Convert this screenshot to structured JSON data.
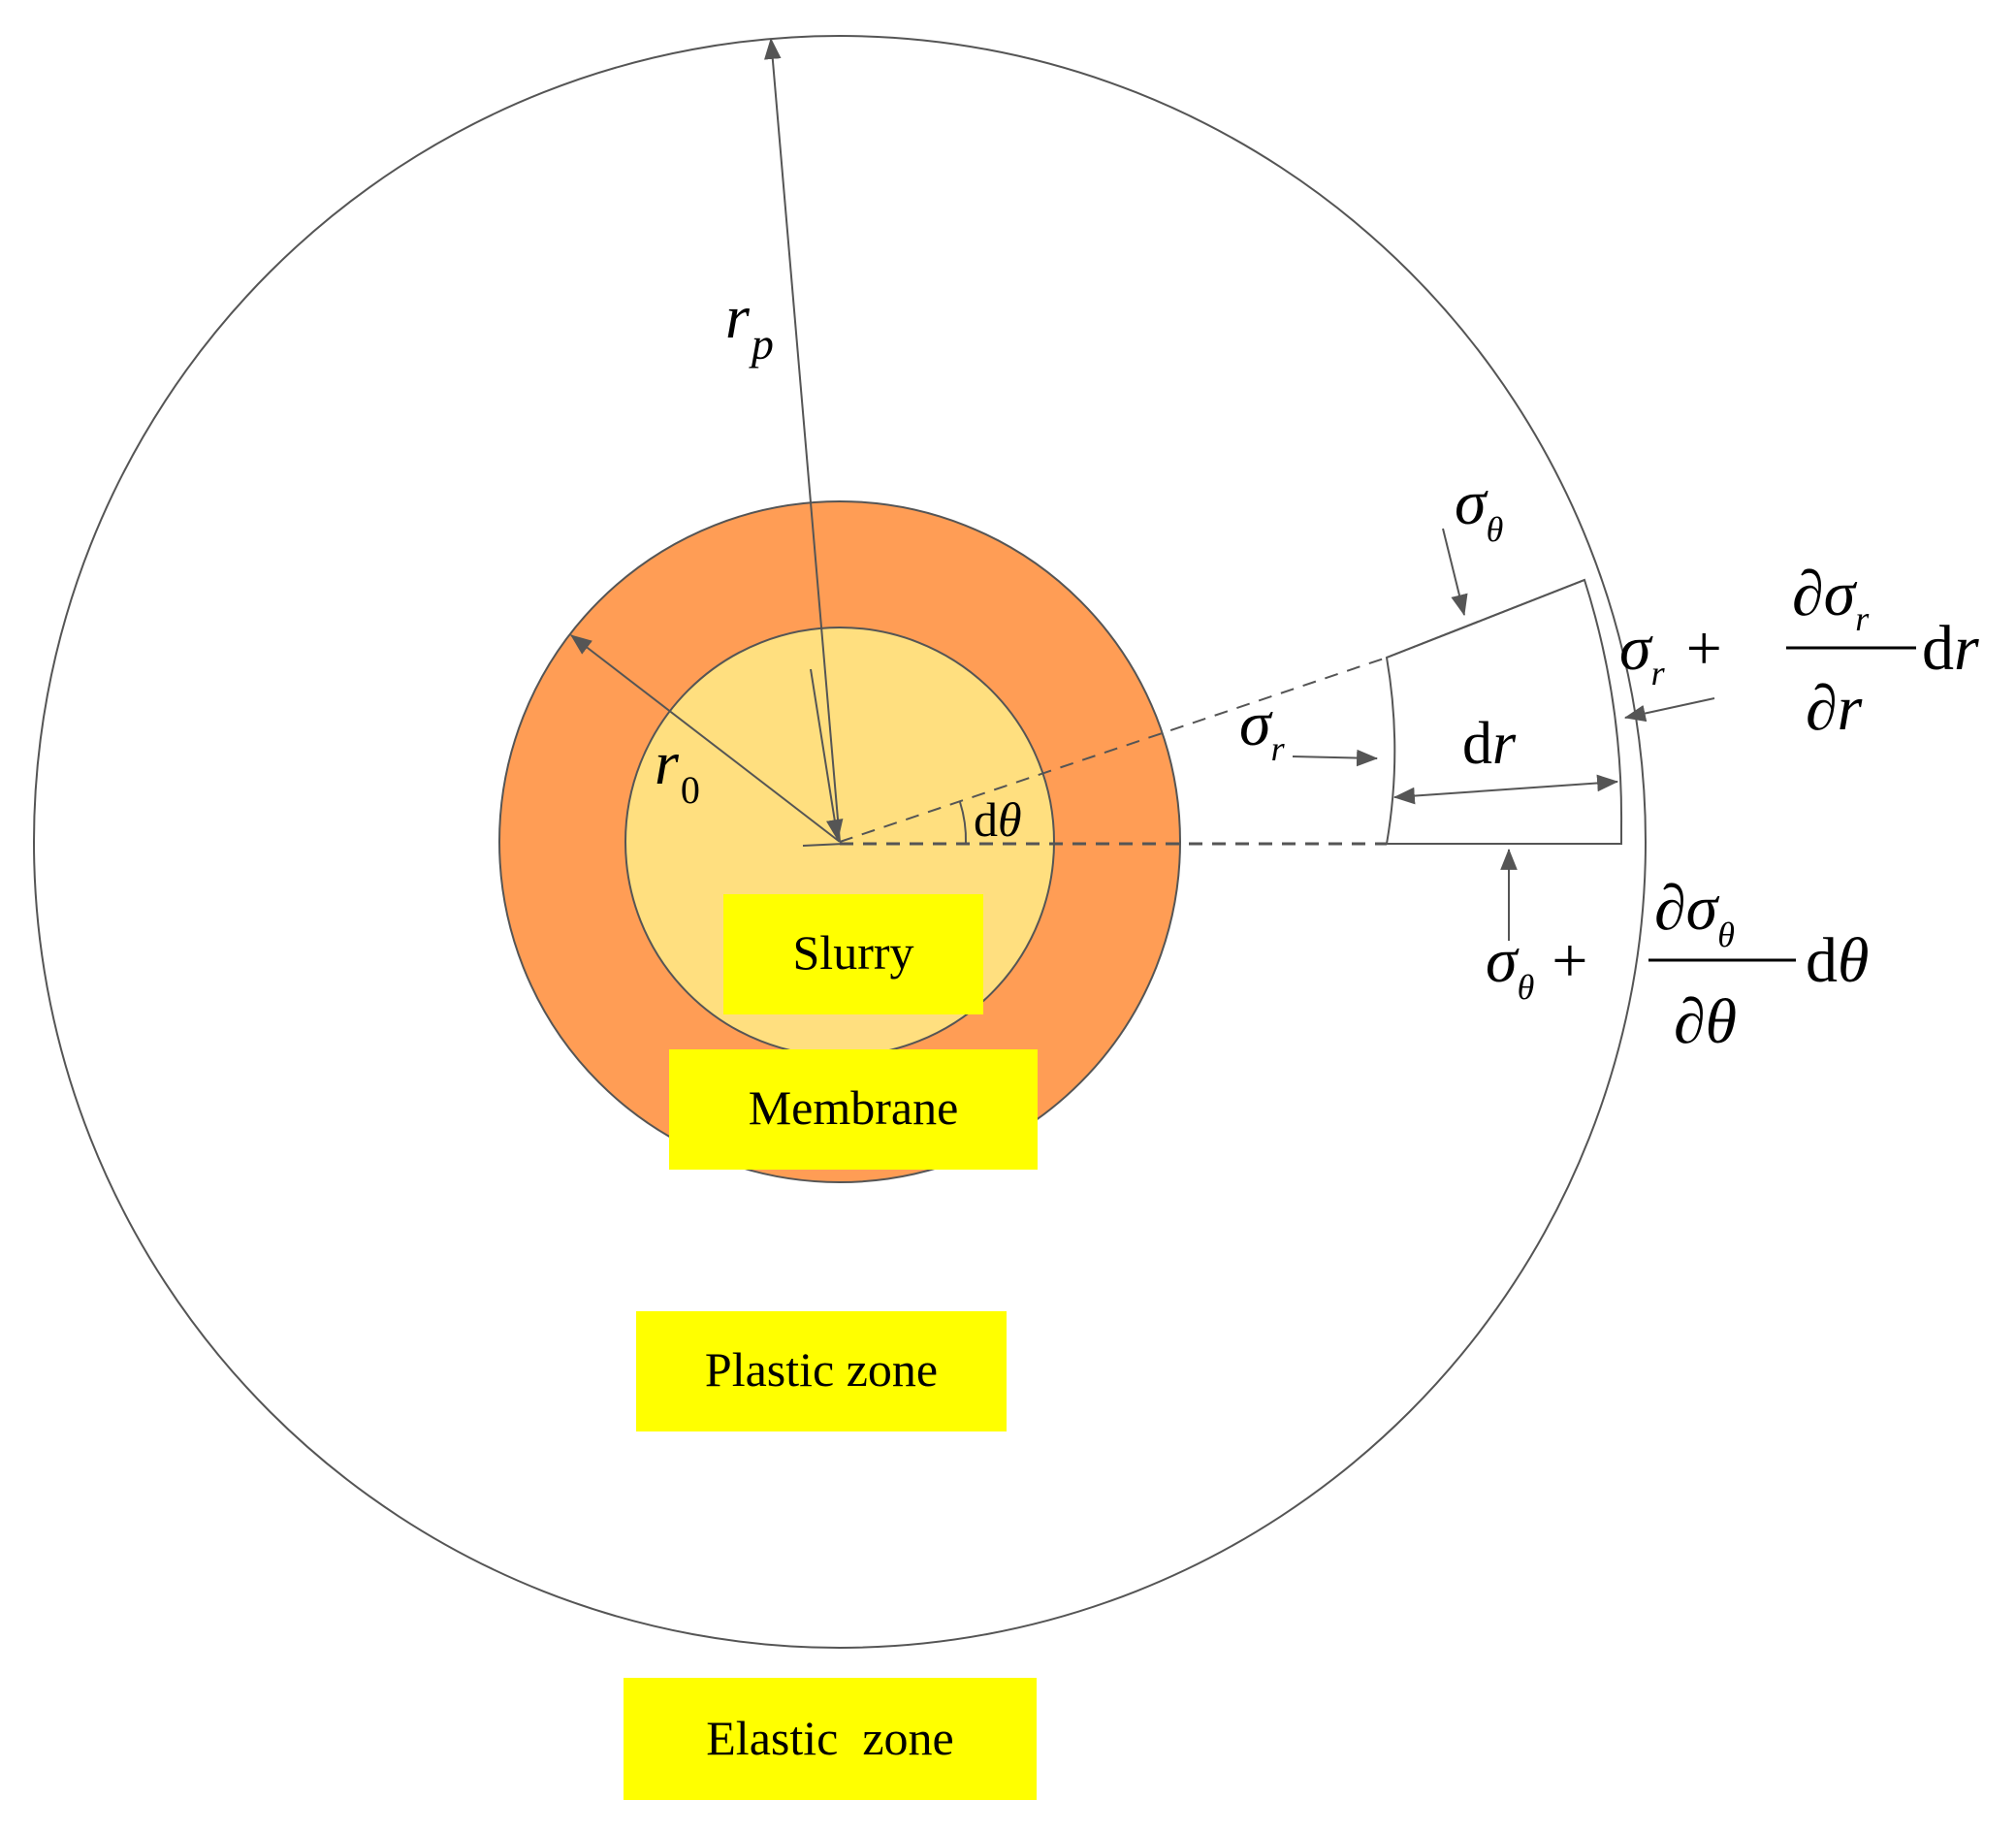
{
  "colors": {
    "slurry": "#FFDF7F",
    "membrane": "#FF9D55",
    "label_box": "#FFFF00",
    "line": "#555555",
    "text": "#000000"
  },
  "labels": {
    "slurry": "Slurry",
    "membrane": "Membrane",
    "plastic_zone": "Plastic zone",
    "elastic_zone": "Elastic  zone"
  },
  "symbols": {
    "r0_base": "r",
    "r0_sub": "0",
    "rp_base": "r",
    "rp_sub": "p",
    "dtheta_d": "d",
    "dtheta_theta": "θ",
    "dr_d": "d",
    "dr_r": "r",
    "sigma": "σ",
    "sub_theta": "θ",
    "sub_r": "r",
    "plus": "+",
    "partial": "∂",
    "d": "d",
    "r": "r",
    "theta": "θ"
  }
}
